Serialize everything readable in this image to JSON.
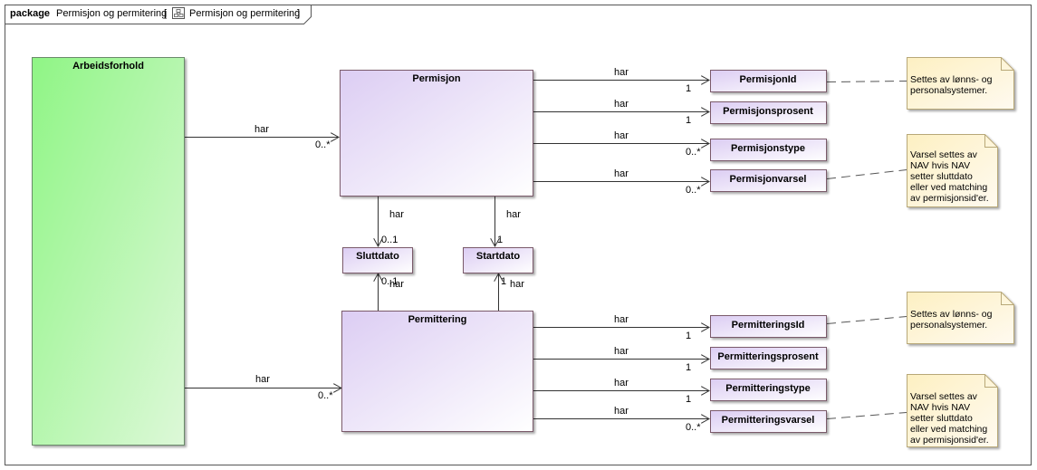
{
  "frame": {
    "keyword": "package",
    "name": "Permisjon og permitering",
    "bracket_open": "[",
    "diagram_name": "Permisjon og permitering",
    "bracket_close": "]"
  },
  "classes": {
    "arbeidsforhold": "Arbeidsforhold",
    "permisjon": "Permisjon",
    "permittering": "Permittering",
    "sluttdato": "Sluttdato",
    "startdato": "Startdato",
    "permisjon_id": "PermisjonId",
    "permisjonsprosent": "Permisjonsprosent",
    "permisjonstype": "Permisjonstype",
    "permisjonvarsel": "Permisjonvarsel",
    "permitterings_id": "PermitteringsId",
    "permitteringsprosent": "Permitteringsprosent",
    "permitteringstype": "Permitteringstype",
    "permitteringsvarsel": "Permitteringsvarsel"
  },
  "associations": {
    "arb_permisjon": {
      "label": "har",
      "mult": "0..*"
    },
    "arb_permittering": {
      "label": "har",
      "mult": "0..*"
    },
    "permisjon_id": {
      "label": "har",
      "mult": "1"
    },
    "permisjonsprosent": {
      "label": "har",
      "mult": "1"
    },
    "permisjonstype": {
      "label": "har",
      "mult": "0..*"
    },
    "permisjonvarsel": {
      "label": "har",
      "mult": "0..*"
    },
    "permisjon_sluttdato": {
      "label": "har",
      "mult": "0..1"
    },
    "permisjon_startdato": {
      "label": "har",
      "mult": "1"
    },
    "permittering_sluttdato": {
      "label": "har",
      "mult": "0..1"
    },
    "permittering_startdato": {
      "label": "har",
      "mult": "1"
    },
    "permitterings_id": {
      "label": "har",
      "mult": "1"
    },
    "permitteringsprosent": {
      "label": "har",
      "mult": "1"
    },
    "permitteringstype": {
      "label": "har",
      "mult": "1"
    },
    "permitteringsvarsel": {
      "label": "har",
      "mult": "0..*"
    }
  },
  "notes": {
    "note1": [
      "Settes av  lønns- og",
      "personalsystemer."
    ],
    "note2": [
      "Varsel settes av",
      "NAV hvis NAV",
      "setter sluttdato",
      "eller ved matching",
      "av permisjonsid'er."
    ],
    "note3": [
      "Settes av  lønns- og",
      "personalsystemer."
    ],
    "note4": [
      "Varsel settes av",
      "NAV hvis NAV",
      "setter sluttdato",
      "eller ved matching",
      "av permisjonsid'er."
    ]
  },
  "colors": {
    "arbeidsforhold_fill": "#a6f5a0",
    "class_fill": "#e9defa",
    "class_border": "#7a5a6a",
    "note_fill": "#fdf4cf",
    "note_border": "#c8b888"
  },
  "icons": {
    "diagram": "diagram-icon"
  }
}
